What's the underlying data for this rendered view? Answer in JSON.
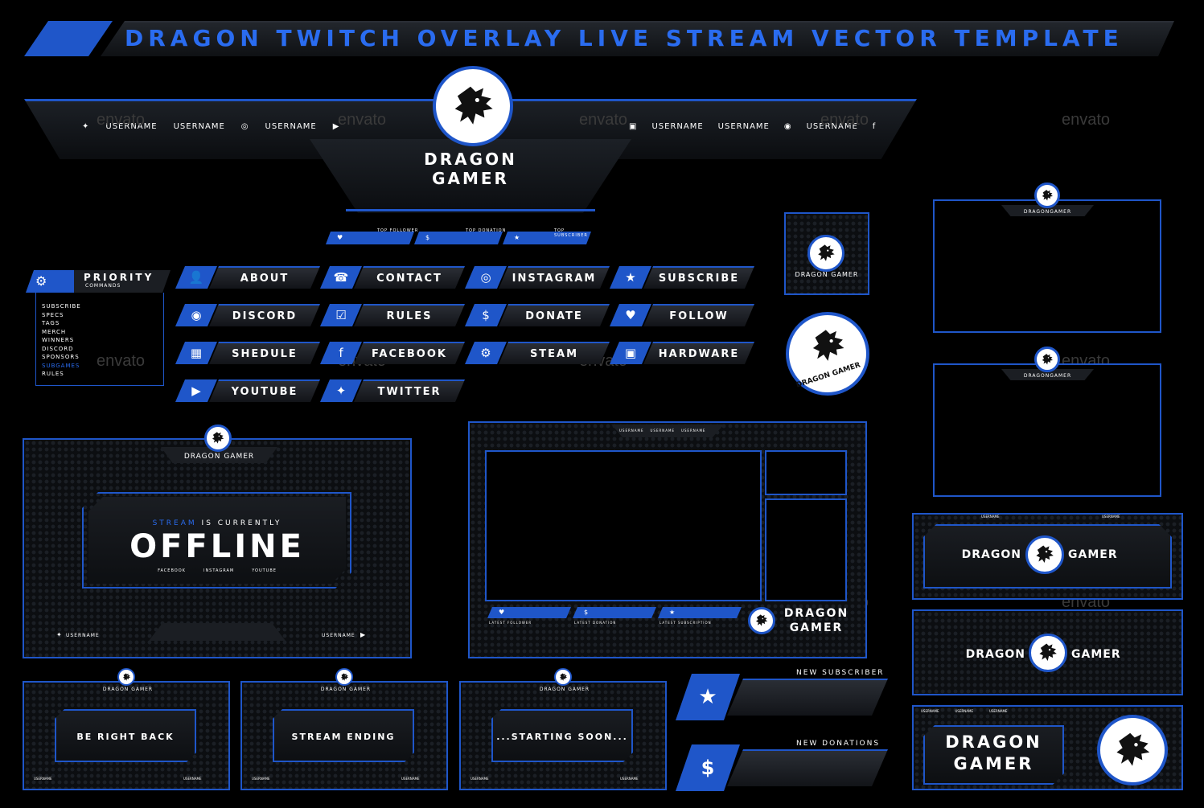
{
  "title": "DRAGON TWITCH OVERLAY LIVE STREAM VECTOR TEMPLATE",
  "watermark": "envato",
  "header": {
    "brand": "DRAGON GAMER",
    "socials": [
      {
        "label": "USERNAME",
        "icon": "twitter-icon"
      },
      {
        "label": "USERNAME",
        "icon": "instagram-icon"
      },
      {
        "label": "USERNAME",
        "icon": "youtube-icon"
      },
      {
        "label": "USERNAME",
        "icon": "twitch-icon"
      },
      {
        "label": "USERNAME",
        "icon": "discord-icon"
      },
      {
        "label": "USERNAME",
        "icon": "facebook-icon"
      }
    ]
  },
  "alerts_bar": [
    "TOP FOLLOWER",
    "TOP DONATION",
    "TOP SUBSCRIBER"
  ],
  "priority": {
    "title": "PRIORITY",
    "subtitle": "COMMANDS",
    "items": [
      "SUBSCRIBE",
      "SPECS",
      "TAGS",
      "MERCH",
      "WINNERS",
      "DISCORD",
      "SPONSORS",
      "SUBGAMES",
      "RULES"
    ]
  },
  "buttons": [
    {
      "label": "ABOUT",
      "icon": "user-icon",
      "glyph": "👤"
    },
    {
      "label": "CONTACT",
      "icon": "phone-icon",
      "glyph": "☎"
    },
    {
      "label": "INSTAGRAM",
      "icon": "instagram-icon",
      "glyph": "◎"
    },
    {
      "label": "SUBSCRIBE",
      "icon": "star-icon",
      "glyph": "★"
    },
    {
      "label": "DISCORD",
      "icon": "discord-icon",
      "glyph": "◉"
    },
    {
      "label": "RULES",
      "icon": "rules-icon",
      "glyph": "☑"
    },
    {
      "label": "DONATE",
      "icon": "dollar-icon",
      "glyph": "$"
    },
    {
      "label": "FOLLOW",
      "icon": "heart-icon",
      "glyph": "♥"
    },
    {
      "label": "SHEDULE",
      "icon": "calendar-icon",
      "glyph": "▦"
    },
    {
      "label": "FACEBOOK",
      "icon": "facebook-icon",
      "glyph": "f"
    },
    {
      "label": "STEAM",
      "icon": "steam-icon",
      "glyph": "⚙"
    },
    {
      "label": "HARDWARE",
      "icon": "hardware-icon",
      "glyph": "▣"
    },
    {
      "label": "YOUTUBE",
      "icon": "youtube-icon",
      "glyph": "▶"
    },
    {
      "label": "TWITTER",
      "icon": "twitter-icon",
      "glyph": "✦"
    }
  ],
  "small_badge": {
    "label": "DRAGON GAMER"
  },
  "round_badge": {
    "label": "DRAGON GAMER"
  },
  "webcam_frames": [
    {
      "label": "DRAGONGAMER"
    },
    {
      "label": "DRAGONGAMER"
    }
  ],
  "offline_screen": {
    "brand": "DRAGON GAMER",
    "stream_word": "STREAM",
    "currently": "IS CURRENTLY",
    "status": "OFFLINE",
    "links": [
      "FACEBOOK",
      "INSTAGRAM",
      "YOUTUBE"
    ],
    "footer_left": "USERNAME",
    "footer_right": "USERNAME"
  },
  "main_overlay": {
    "socials": [
      "USERNAME",
      "USERNAME",
      "USERNAME"
    ],
    "alerts": [
      "LATEST FOLLOWER",
      "LATEST DONATION",
      "LATEST SUBSCRIPTION"
    ],
    "brand_line1": "DRAGON",
    "brand_line2": "GAMER"
  },
  "banners": [
    {
      "left": "DRAGON",
      "right": "GAMER"
    },
    {
      "left": "DRAGON",
      "right": "GAMER"
    }
  ],
  "banner_socials": [
    "USERNAME",
    "USERNAME"
  ],
  "panel_big": {
    "line1": "DRAGON",
    "line2": "GAMER",
    "socials": [
      "USERNAME",
      "USERNAME",
      "USERNAME"
    ]
  },
  "scenes": [
    {
      "brand": "DRAGON GAMER",
      "text": "BE RIGHT BACK",
      "footer_left": "USERNAME",
      "footer_right": "USERNAME"
    },
    {
      "brand": "DRAGON GAMER",
      "text": "STREAM ENDING",
      "footer_left": "USERNAME",
      "footer_right": "USERNAME"
    },
    {
      "brand": "DRAGON GAMER",
      "text": "...STARTING SOON...",
      "footer_left": "USERNAME",
      "footer_right": "USERNAME"
    }
  ],
  "alert_boxes": [
    {
      "label": "NEW SUBSCRIBER",
      "icon": "star-icon",
      "glyph": "★"
    },
    {
      "label": "NEW DONATIONS",
      "icon": "dollar-icon",
      "glyph": "$"
    }
  ],
  "colors": {
    "accent": "#1f56c9",
    "bg": "#000000",
    "panel": "#15181d"
  }
}
